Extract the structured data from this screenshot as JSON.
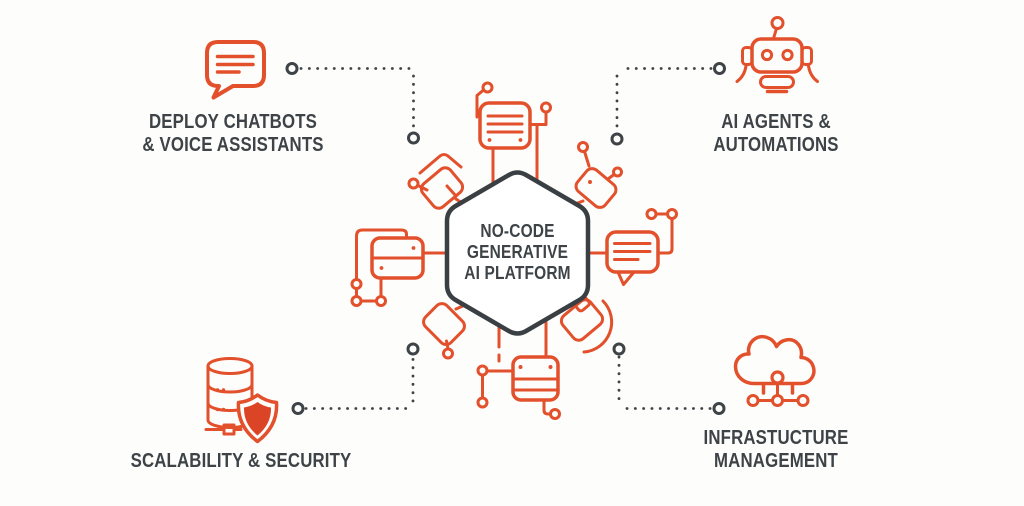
{
  "diagram": {
    "center": {
      "line1": "NO-CODE",
      "line2": "GENERATIVE",
      "line3": "AI PLATFORM"
    },
    "features": [
      {
        "id": "deploy-chatbots-voice-assistants",
        "icon": "chat-bubble-icon",
        "position": "top-left",
        "line1": "DEPLOY CHATBOTS",
        "line2": "& VOICE ASSISTANTS"
      },
      {
        "id": "ai-agents-automations",
        "icon": "robot-icon",
        "position": "top-right",
        "line1": "AI AGENTS &",
        "line2": "AUTOMATIONS"
      },
      {
        "id": "scalability-security",
        "icon": "database-shield-icon",
        "position": "bottom-left",
        "line1": "SCALABILITY & SECURITY"
      },
      {
        "id": "infrastructure-management",
        "icon": "cloud-network-icon",
        "position": "bottom-right",
        "line1": "INFRASTUCTURE",
        "line2": "MANAGEMENT"
      }
    ],
    "satellite_icons": [
      "document-circuit-icon",
      "tilted-card-icon-top-left",
      "server-drawer-circuit-icon",
      "tilted-card-icon-bottom-left",
      "server-box-circuit-icon",
      "tilted-card-arc-icon-bottom-right",
      "chat-message-circuit-icon",
      "tilted-card-circuit-icon-top-right"
    ],
    "colors": {
      "accent": "#E2502C",
      "shield_fill": "#DB4526",
      "ink": "#3E4347",
      "background": "#FDFDFB",
      "hexagon_fill": "#FFFFFF"
    }
  }
}
